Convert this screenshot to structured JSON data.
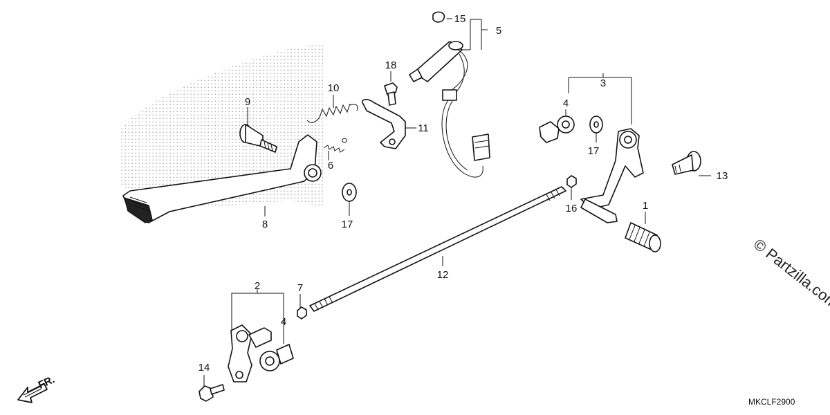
{
  "callouts": {
    "p1": "1",
    "p2": "2",
    "p3": "3",
    "p4a": "4",
    "p4b": "4",
    "p5": "5",
    "p6": "6",
    "p7": "7",
    "p8": "8",
    "p9": "9",
    "p10": "10",
    "p11": "11",
    "p12": "12",
    "p13": "13",
    "p14": "14",
    "p15": "15",
    "p16": "16",
    "p17a": "17",
    "p17b": "17",
    "p18": "18"
  },
  "direction_label": "FR.",
  "diagram_code": "MKCLF2900",
  "watermark": "© Partzilla.com"
}
